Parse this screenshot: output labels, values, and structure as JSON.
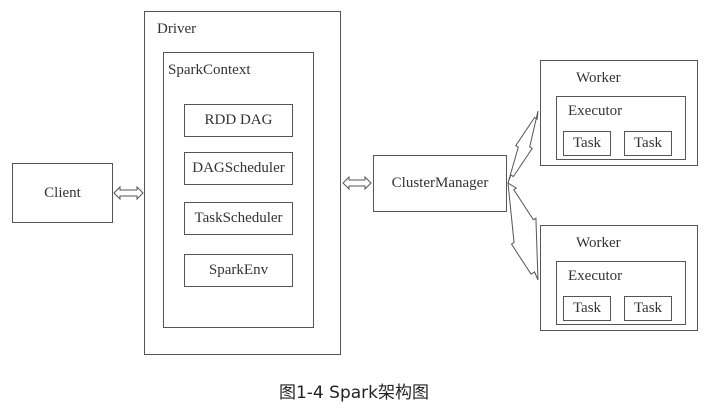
{
  "client": {
    "label": "Client"
  },
  "driver": {
    "label": "Driver",
    "spark_context": {
      "label": "SparkContext",
      "components": [
        "RDD DAG",
        "DAGScheduler",
        "TaskScheduler",
        "SparkEnv"
      ]
    }
  },
  "cluster_manager": {
    "label": "ClusterManager"
  },
  "workers": [
    {
      "label": "Worker",
      "executor": {
        "label": "Executor",
        "tasks": [
          "Task",
          "Task"
        ]
      }
    },
    {
      "label": "Worker",
      "executor": {
        "label": "Executor",
        "tasks": [
          "Task",
          "Task"
        ]
      }
    }
  ],
  "caption": "图1-4   Spark架构图",
  "colors": {
    "border": "#555555",
    "text": "#333333",
    "background": "#ffffff"
  }
}
